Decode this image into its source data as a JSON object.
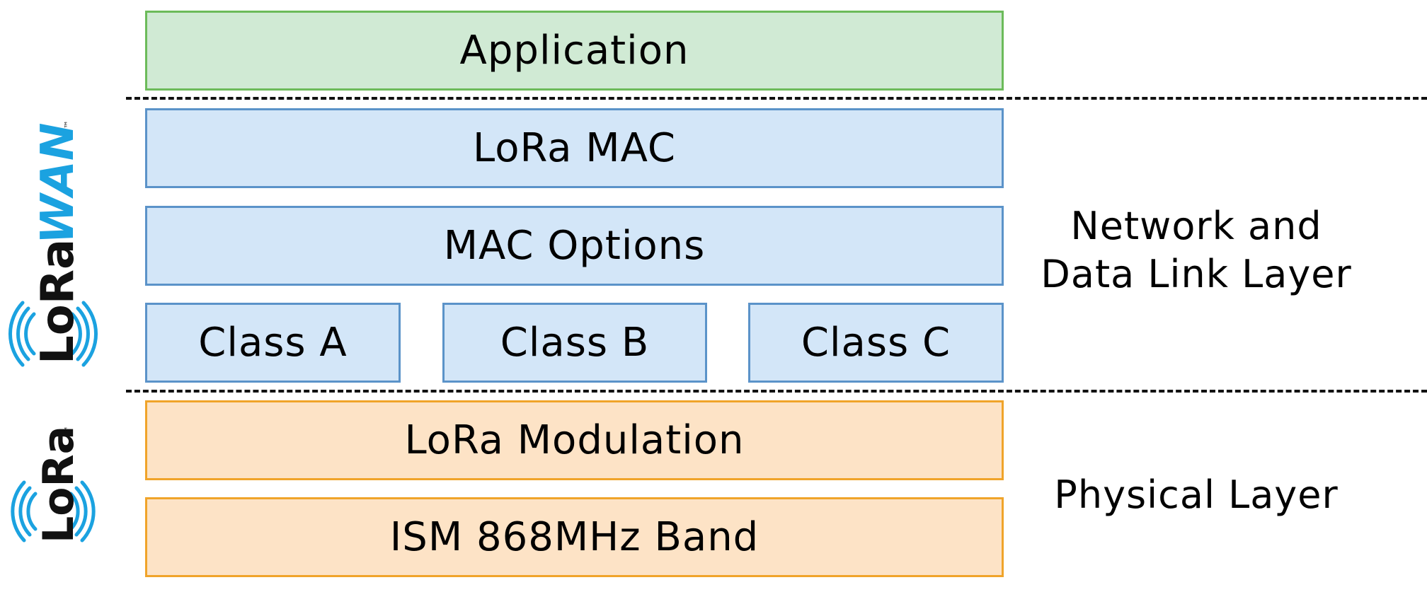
{
  "diagram": {
    "application": "Application",
    "lora_mac": "LoRa MAC",
    "mac_options": "MAC Options",
    "class_a": "Class A",
    "class_b": "Class B",
    "class_c": "Class C",
    "lora_modulation": "LoRa Modulation",
    "ism_band": "ISM 868MHz Band",
    "network_label_line1": "Network and",
    "network_label_line2": "Data Link Layer",
    "physical_label": "Physical Layer"
  },
  "logos": {
    "lorawan": {
      "lo_ra": "LoRa",
      "wan": "WAN",
      "tm": "™",
      "icon": "lora-signal-icon"
    },
    "lora": {
      "text": "LoRa",
      "tm": "™",
      "icon": "lora-signal-icon"
    }
  },
  "colors": {
    "application_fill": "#d0ead4",
    "application_border": "#6cbb5a",
    "mac_fill": "#d3e6f8",
    "mac_border": "#5b93c9",
    "phy_fill": "#fde3c6",
    "phy_border": "#f0a42a",
    "logo_blue": "#1ba2e0",
    "logo_black": "#111111"
  }
}
